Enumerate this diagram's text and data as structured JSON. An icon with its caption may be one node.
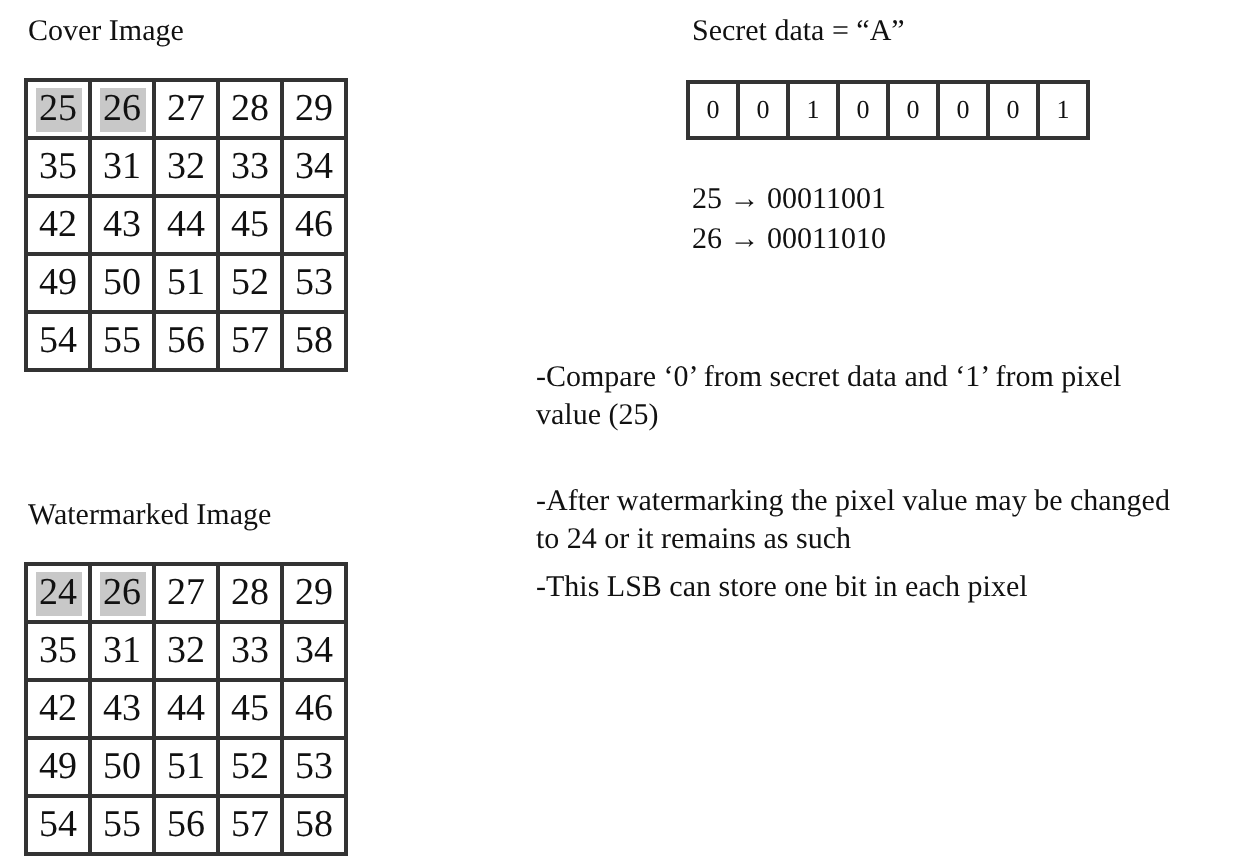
{
  "diagram": {
    "labels": [
      "Cover Image",
      "25",
      "26",
      "27",
      "28",
      "29",
      "35",
      "31",
      "32",
      "33",
      "34",
      "42",
      "43",
      "44",
      "45",
      "46",
      "49",
      "50",
      "51",
      "52",
      "53",
      "54",
      "55",
      "56",
      "57",
      "58",
      "Secret data =  “A”",
      "0",
      "0",
      "1",
      "0",
      "0",
      "0",
      "0",
      "1",
      "25 → 00011001",
      "26 → 00011010",
      "-Compare ‘0’ from secret data and ‘1’ from  pixel value (25)",
      "Watermarked  Image",
      "-After watermarking the pixel value may be changed  to 24 or it remains as such",
      "24",
      "26",
      "27",
      "28",
      "29",
      "-This LSB can store one bit  in each pixel",
      "35",
      "31",
      "32",
      "33",
      "34",
      "42",
      "43",
      "44",
      "45",
      "46",
      "49",
      "50",
      "51",
      "52",
      "53",
      "54",
      "55",
      "56",
      "57",
      "58"
    ]
  }
}
